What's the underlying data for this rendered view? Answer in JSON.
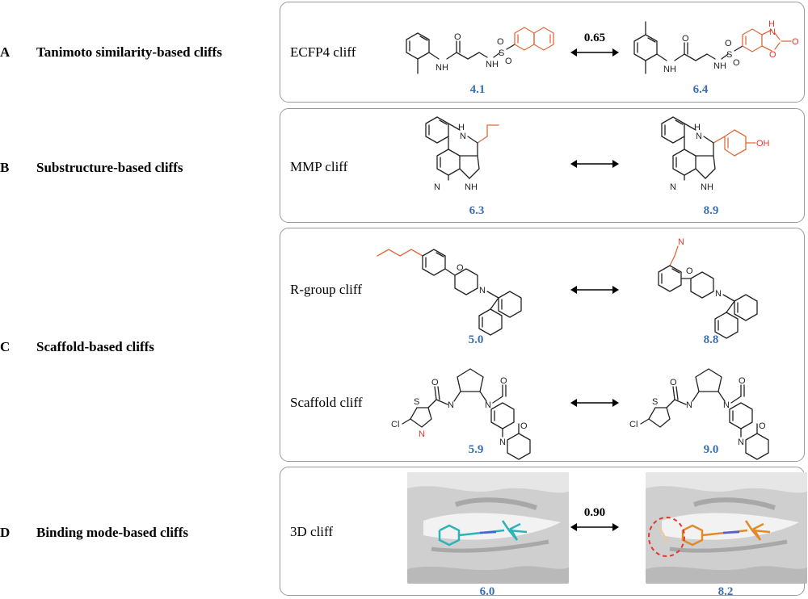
{
  "sections": [
    {
      "letter": "A",
      "title": "Tanimoto similarity-based cliffs"
    },
    {
      "letter": "B",
      "title": "Substructure-based cliffs"
    },
    {
      "letter": "C",
      "title": "Scaffold-based cliffs"
    },
    {
      "letter": "D",
      "title": "Binding mode-based cliffs"
    }
  ],
  "cliffs": {
    "ecfp4": {
      "label": "ECFP4 cliff",
      "left_value": "4.1",
      "right_value": "6.4",
      "similarity": "0.65"
    },
    "mmp": {
      "label": "MMP cliff",
      "left_value": "6.3",
      "right_value": "8.9"
    },
    "rgroup": {
      "label": "R-group cliff",
      "left_value": "5.0",
      "right_value": "8.8"
    },
    "scaffold": {
      "label": "Scaffold cliff",
      "left_value": "5.9",
      "right_value": "9.0"
    },
    "threed": {
      "label": "3D cliff",
      "left_value": "6.0",
      "right_value": "8.2",
      "similarity": "0.90"
    }
  },
  "atoms": {
    "N": "N",
    "NH": "NH",
    "H": "H",
    "O": "O",
    "OH": "OH",
    "S": "S",
    "Cl": "Cl"
  },
  "colors": {
    "value_blue": "#3a6fb0",
    "highlight_orange": "#e06a3c",
    "heteroatom_red": "#e0382a",
    "panel_border": "#9a9a9a",
    "ligand_cyan": "#2bb3b8",
    "ligand_orange": "#e08a2c"
  }
}
